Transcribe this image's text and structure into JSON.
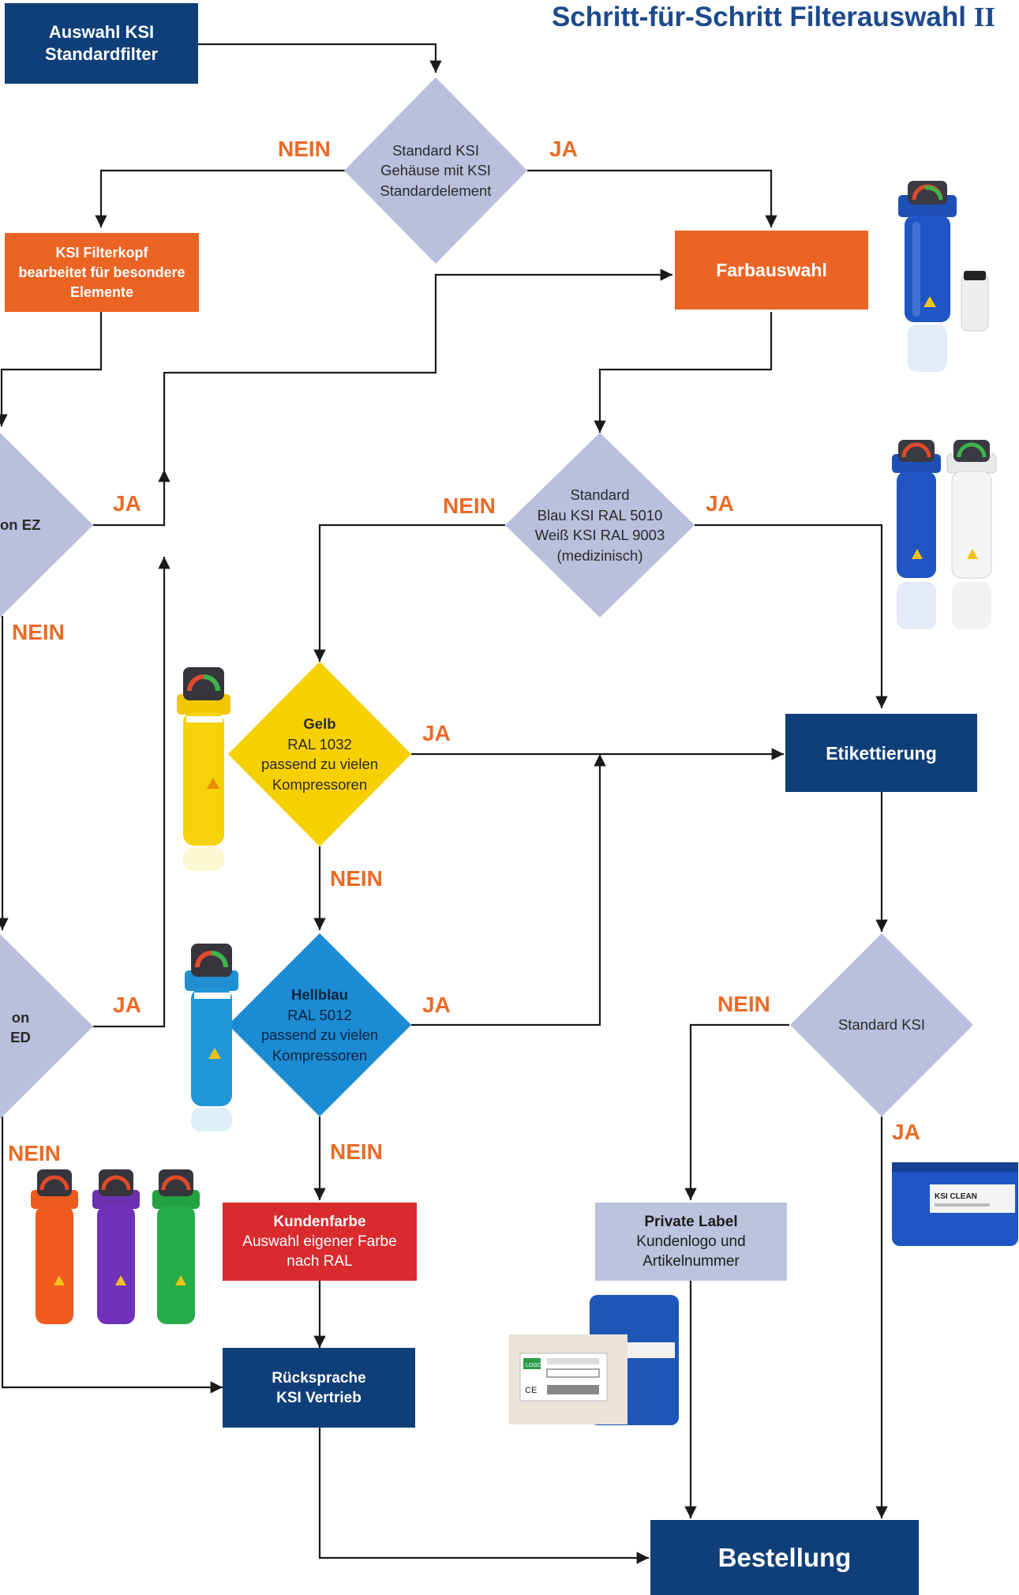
{
  "title": "Schritt-für-Schritt Filterauswahl",
  "title_roman": "II",
  "colors": {
    "dark_blue": "#0f3f79",
    "orange": "#ec6424",
    "diamond_gray": "#b9bfdc",
    "yellow": "#f7d000",
    "light_blue": "#1b8bd3",
    "red": "#d92a2e",
    "lavender": "#bcc3dd",
    "label_orange": "#ea6b26"
  },
  "nodes": {
    "start": [
      "Auswahl KSI",
      "Standardfilter"
    ],
    "d_standard": [
      "Standard KSI",
      "Gehäuse mit KSI",
      "Standardelement"
    ],
    "filterkopf": [
      "KSI Filterkopf",
      "bearbeitet für besondere",
      "Elemente"
    ],
    "farbauswahl": "Farbauswahl",
    "d_ez": "on EZ",
    "d_ed": "on ED",
    "d_color": [
      "Standard",
      "Blau KSI RAL 5010",
      "Weiß KSI RAL 9003",
      "(medizinisch)"
    ],
    "d_gelb": {
      "head": "Gelb",
      "lines": [
        "RAL 1032",
        "passend zu vielen",
        "Kompressoren"
      ]
    },
    "d_hellblau": {
      "head": "Hellblau",
      "lines": [
        "RAL 5012",
        "passend zu vielen",
        "Kompressoren"
      ]
    },
    "etikettierung": "Etikettierung",
    "d_standard_ksi": "Standard KSI",
    "kundenfarbe": {
      "head": "Kundenfarbe",
      "lines": [
        "Auswahl eigener Farbe",
        "nach RAL"
      ]
    },
    "private_label": {
      "head": "Private Label",
      "lines": [
        "Kundenlogo und",
        "Artikelnummer"
      ]
    },
    "ruecksprache": [
      "Rücksprache",
      "KSI Vertrieb"
    ],
    "bestellung": "Bestellung"
  },
  "edge_labels": {
    "yes": "JA",
    "no": "NEIN"
  },
  "photos": {
    "label_text": "KSI CLEAN",
    "box_label": "LOGO",
    "ce": "CE"
  }
}
